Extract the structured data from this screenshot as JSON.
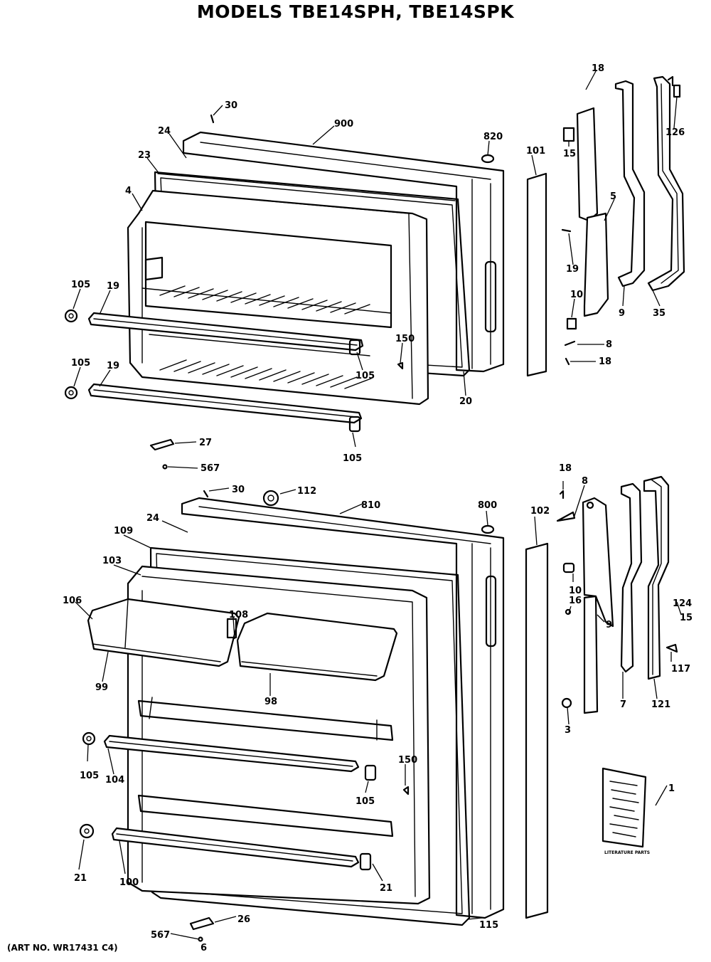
{
  "title": "MODELS TBE14SPH, TBE14SPK",
  "art_number": "(ART NO. WR17431 C4)",
  "literature_label": "LITERATURE PARTS",
  "callouts": {
    "fz_30": "30",
    "fz_24": "24",
    "fz_900": "900",
    "fz_820": "820",
    "fz_23": "23",
    "fz_4": "4",
    "fz_101": "101",
    "fz_18a": "18",
    "fz_15": "15",
    "fz_5": "5",
    "fz_126": "126",
    "fz_105a": "105",
    "fz_19a": "19",
    "fz_19b": "19",
    "fz_10": "10",
    "fz_9": "9",
    "fz_35": "35",
    "fz_8": "8",
    "fz_18b": "18",
    "fz_150": "150",
    "fz_105b": "105",
    "fz_105c": "105",
    "fz_19c": "19",
    "fz_20": "20",
    "fz_27": "27",
    "fz_567": "567",
    "fz_105d": "105",
    "ff_30": "30",
    "ff_112": "112",
    "ff_810": "810",
    "ff_800": "800",
    "ff_18": "18",
    "ff_8": "8",
    "ff_24": "24",
    "ff_109": "109",
    "ff_102": "102",
    "ff_103": "103",
    "ff_10": "10",
    "ff_106": "106",
    "ff_108": "108",
    "ff_16": "16",
    "ff_9": "9",
    "ff_124": "124",
    "ff_15": "15",
    "ff_99": "99",
    "ff_98": "98",
    "ff_117": "117",
    "ff_7": "7",
    "ff_121": "121",
    "ff_3": "3",
    "ff_150": "150",
    "ff_105a": "105",
    "ff_104": "104",
    "ff_105b": "105",
    "ff_1": "1",
    "ff_21a": "21",
    "ff_100": "100",
    "ff_21b": "21",
    "ff_115": "115",
    "ff_26": "26",
    "ff_567": "567",
    "ff_6": "6"
  },
  "icons": {
    "refrigerator-door-icon": "exploded door assembly line art",
    "door-hinge-icon": "hinge line art",
    "door-handle-icon": "handle line art",
    "literature-booklet-icon": "booklet line art"
  }
}
